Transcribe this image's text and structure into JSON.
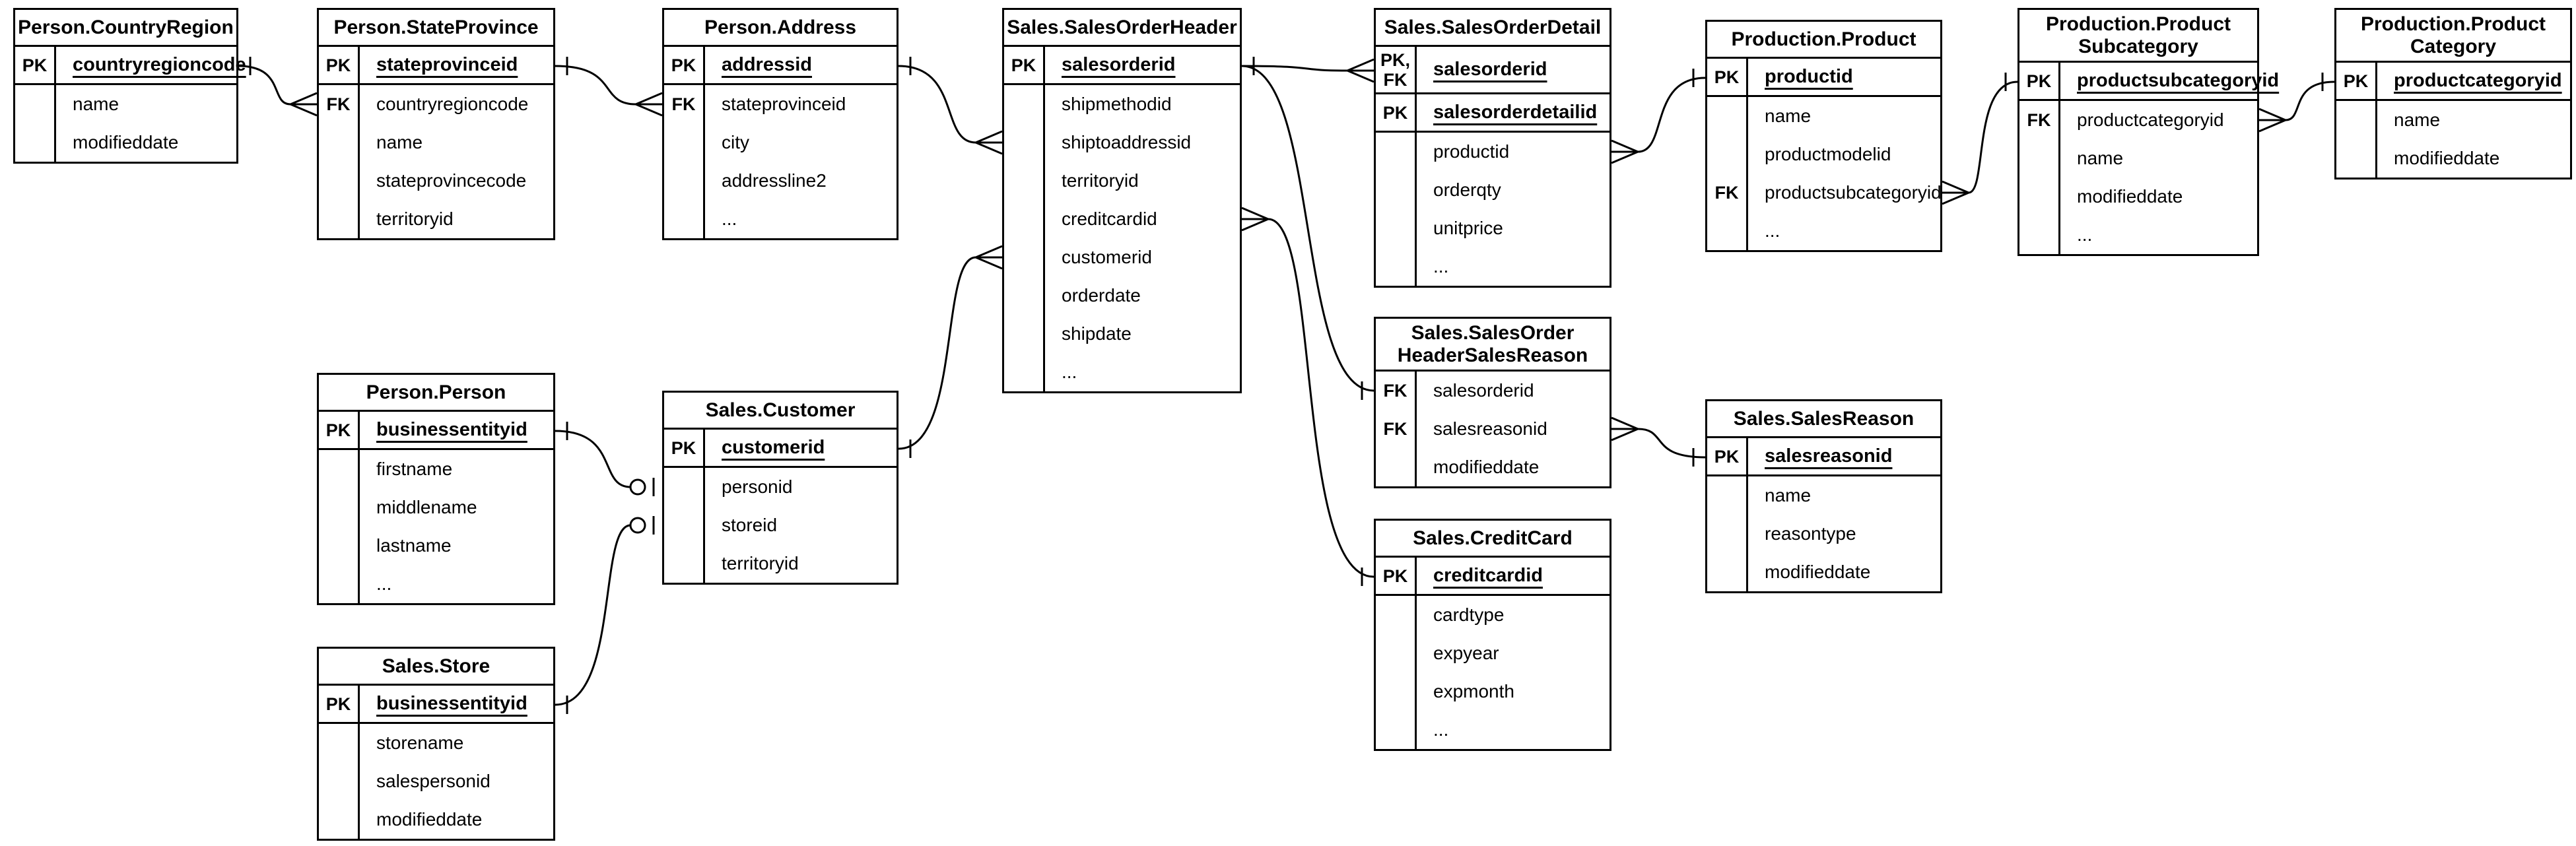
{
  "diagram": {
    "colors": {
      "line": "#000000",
      "background": "#ffffff",
      "text": "#000000"
    },
    "notation": "crow-foot",
    "entities": [
      {
        "id": "person-countryregion",
        "title_lines": [
          "Person.CountryRegion"
        ],
        "key_rows": [
          {
            "key": "PK",
            "field": "countryregioncode",
            "pk": true
          }
        ],
        "body_rows": [
          {
            "key": "",
            "field": "name"
          },
          {
            "key": "",
            "field": "modifieddate"
          }
        ]
      },
      {
        "id": "person-stateprovince",
        "title_lines": [
          "Person.StateProvince"
        ],
        "key_rows": [
          {
            "key": "PK",
            "field": "stateprovinceid",
            "pk": true
          }
        ],
        "body_rows": [
          {
            "key": "FK",
            "field": "countryregioncode"
          },
          {
            "key": "",
            "field": "name"
          },
          {
            "key": "",
            "field": "stateprovincecode"
          },
          {
            "key": "",
            "field": "territoryid"
          }
        ]
      },
      {
        "id": "person-address",
        "title_lines": [
          "Person.Address"
        ],
        "key_rows": [
          {
            "key": "PK",
            "field": "addressid",
            "pk": true
          }
        ],
        "body_rows": [
          {
            "key": "FK",
            "field": "stateprovinceid"
          },
          {
            "key": "",
            "field": "city"
          },
          {
            "key": "",
            "field": "addressline2"
          },
          {
            "key": "",
            "field": "..."
          }
        ]
      },
      {
        "id": "sales-salesorderheader",
        "title_lines": [
          "Sales.SalesOrderHeader"
        ],
        "key_rows": [
          {
            "key": "PK",
            "field": "salesorderid",
            "pk": true
          }
        ],
        "body_rows": [
          {
            "key": "",
            "field": "shipmethodid"
          },
          {
            "key": "",
            "field": "shiptoaddressid"
          },
          {
            "key": "",
            "field": "territoryid"
          },
          {
            "key": "",
            "field": "creditcardid"
          },
          {
            "key": "",
            "field": "customerid"
          },
          {
            "key": "",
            "field": "orderdate"
          },
          {
            "key": "",
            "field": "shipdate"
          },
          {
            "key": "",
            "field": "..."
          }
        ]
      },
      {
        "id": "sales-salesorderdetail",
        "title_lines": [
          "Sales.SalesOrderDetail"
        ],
        "key_rows": [
          {
            "key": "PK,FK",
            "key_lines": [
              "PK,",
              "FK"
            ],
            "field": "salesorderid",
            "pk": true,
            "tall": true
          },
          {
            "key": "PK",
            "field": "salesorderdetailid",
            "pk": true
          }
        ],
        "body_rows": [
          {
            "key": "",
            "field": "productid"
          },
          {
            "key": "",
            "field": "orderqty"
          },
          {
            "key": "",
            "field": "unitprice"
          },
          {
            "key": "",
            "field": "..."
          }
        ]
      },
      {
        "id": "production-product",
        "title_lines": [
          "Production.Product"
        ],
        "key_rows": [
          {
            "key": "PK",
            "field": "productid",
            "pk": true
          }
        ],
        "body_rows": [
          {
            "key": "",
            "field": "name"
          },
          {
            "key": "",
            "field": "productmodelid"
          },
          {
            "key": "FK",
            "field": "productsubcategoryid"
          },
          {
            "key": "",
            "field": "..."
          }
        ]
      },
      {
        "id": "production-productsubcategory",
        "title_lines": [
          "Production.Product",
          "Subcategory"
        ],
        "key_rows": [
          {
            "key": "PK",
            "field": "productsubcategoryid",
            "pk": true
          }
        ],
        "body_rows": [
          {
            "key": "FK",
            "field": "productcategoryid"
          },
          {
            "key": "",
            "field": "name"
          },
          {
            "key": "",
            "field": "modifieddate"
          },
          {
            "key": "",
            "field": "..."
          }
        ]
      },
      {
        "id": "production-productcategory",
        "title_lines": [
          "Production.Product",
          "Category"
        ],
        "key_rows": [
          {
            "key": "PK",
            "field": "productcategoryid",
            "pk": true
          }
        ],
        "body_rows": [
          {
            "key": "",
            "field": "name"
          },
          {
            "key": "",
            "field": "modifieddate"
          }
        ]
      },
      {
        "id": "person-person",
        "title_lines": [
          "Person.Person"
        ],
        "key_rows": [
          {
            "key": "PK",
            "field": "businessentityid",
            "pk": true
          }
        ],
        "body_rows": [
          {
            "key": "",
            "field": "firstname"
          },
          {
            "key": "",
            "field": "middlename"
          },
          {
            "key": "",
            "field": "lastname"
          },
          {
            "key": "",
            "field": "..."
          }
        ]
      },
      {
        "id": "sales-customer",
        "title_lines": [
          "Sales.Customer"
        ],
        "key_rows": [
          {
            "key": "PK",
            "field": "customerid",
            "pk": true
          }
        ],
        "body_rows": [
          {
            "key": "",
            "field": "personid"
          },
          {
            "key": "",
            "field": "storeid"
          },
          {
            "key": "",
            "field": "territoryid"
          }
        ]
      },
      {
        "id": "sales-store",
        "title_lines": [
          "Sales.Store"
        ],
        "key_rows": [
          {
            "key": "PK",
            "field": "businessentityid",
            "pk": true
          }
        ],
        "body_rows": [
          {
            "key": "",
            "field": "storename"
          },
          {
            "key": "",
            "field": "salespersonid"
          },
          {
            "key": "",
            "field": "modifieddate"
          }
        ]
      },
      {
        "id": "sales-salesorderheadersalesreason",
        "title_lines": [
          "Sales.SalesOrder",
          "HeaderSalesReason"
        ],
        "key_rows": [],
        "body_rows": [
          {
            "key": "FK",
            "field": "salesorderid"
          },
          {
            "key": "FK",
            "field": "salesreasonid"
          },
          {
            "key": "",
            "field": "modifieddate"
          }
        ]
      },
      {
        "id": "sales-salesreason",
        "title_lines": [
          "Sales.SalesReason"
        ],
        "key_rows": [
          {
            "key": "PK",
            "field": "salesreasonid",
            "pk": true
          }
        ],
        "body_rows": [
          {
            "key": "",
            "field": "name"
          },
          {
            "key": "",
            "field": "reasontype"
          },
          {
            "key": "",
            "field": "modifieddate"
          }
        ]
      },
      {
        "id": "sales-creditcard",
        "title_lines": [
          "Sales.CreditCard"
        ],
        "key_rows": [
          {
            "key": "PK",
            "field": "creditcardid",
            "pk": true
          }
        ],
        "body_rows": [
          {
            "key": "",
            "field": "cardtype"
          },
          {
            "key": "",
            "field": "expyear"
          },
          {
            "key": "",
            "field": "expmonth"
          },
          {
            "key": "",
            "field": "..."
          }
        ]
      }
    ],
    "relationships": [
      {
        "from_entity": "person-countryregion",
        "from_field": "countryregioncode",
        "from_cardinality": "one",
        "to_entity": "person-stateprovince",
        "to_field": "countryregioncode",
        "to_cardinality": "many"
      },
      {
        "from_entity": "person-stateprovince",
        "from_field": "stateprovinceid",
        "from_cardinality": "one",
        "to_entity": "person-address",
        "to_field": "stateprovinceid",
        "to_cardinality": "many"
      },
      {
        "from_entity": "person-address",
        "from_field": "addressid",
        "from_cardinality": "one",
        "to_entity": "sales-salesorderheader",
        "to_field": "shiptoaddressid",
        "to_cardinality": "many"
      },
      {
        "from_entity": "sales-salesorderheader",
        "from_field": "salesorderid",
        "from_cardinality": "one",
        "to_entity": "sales-salesorderdetail",
        "to_field": "salesorderid",
        "to_cardinality": "many"
      },
      {
        "from_entity": "sales-salesorderheader",
        "from_field": "salesorderid",
        "from_cardinality": "one",
        "to_entity": "sales-salesorderheadersalesreason",
        "to_field": "salesorderid",
        "to_cardinality": "one"
      },
      {
        "from_entity": "sales-salesorderheader",
        "from_field": "creditcardid",
        "from_cardinality": "many",
        "to_entity": "sales-creditcard",
        "to_field": "creditcardid",
        "to_cardinality": "one"
      },
      {
        "from_entity": "person-person",
        "from_field": "businessentityid",
        "from_cardinality": "one",
        "to_entity": "sales-customer",
        "to_field": "personid",
        "to_cardinality": "zero-or-one"
      },
      {
        "from_entity": "sales-store",
        "from_field": "businessentityid",
        "from_cardinality": "one",
        "to_entity": "sales-customer",
        "to_field": "storeid",
        "to_cardinality": "zero-or-one"
      },
      {
        "from_entity": "sales-customer",
        "from_field": "customerid",
        "from_cardinality": "one",
        "to_entity": "sales-salesorderheader",
        "to_field": "customerid",
        "to_cardinality": "many"
      },
      {
        "from_entity": "sales-salesorderheadersalesreason",
        "from_field": "salesreasonid",
        "from_cardinality": "many",
        "to_entity": "sales-salesreason",
        "to_field": "salesreasonid",
        "to_cardinality": "one"
      },
      {
        "from_entity": "sales-salesorderdetail",
        "from_field": "productid",
        "from_cardinality": "many",
        "to_entity": "production-product",
        "to_field": "productid",
        "to_cardinality": "one"
      },
      {
        "from_entity": "production-product",
        "from_field": "productsubcategoryid",
        "from_cardinality": "many",
        "to_entity": "production-productsubcategory",
        "to_field": "productsubcategoryid",
        "to_cardinality": "one"
      },
      {
        "from_entity": "production-productsubcategory",
        "from_field": "productcategoryid",
        "from_cardinality": "many",
        "to_entity": "production-productcategory",
        "to_field": "productcategoryid",
        "to_cardinality": "one"
      }
    ]
  }
}
